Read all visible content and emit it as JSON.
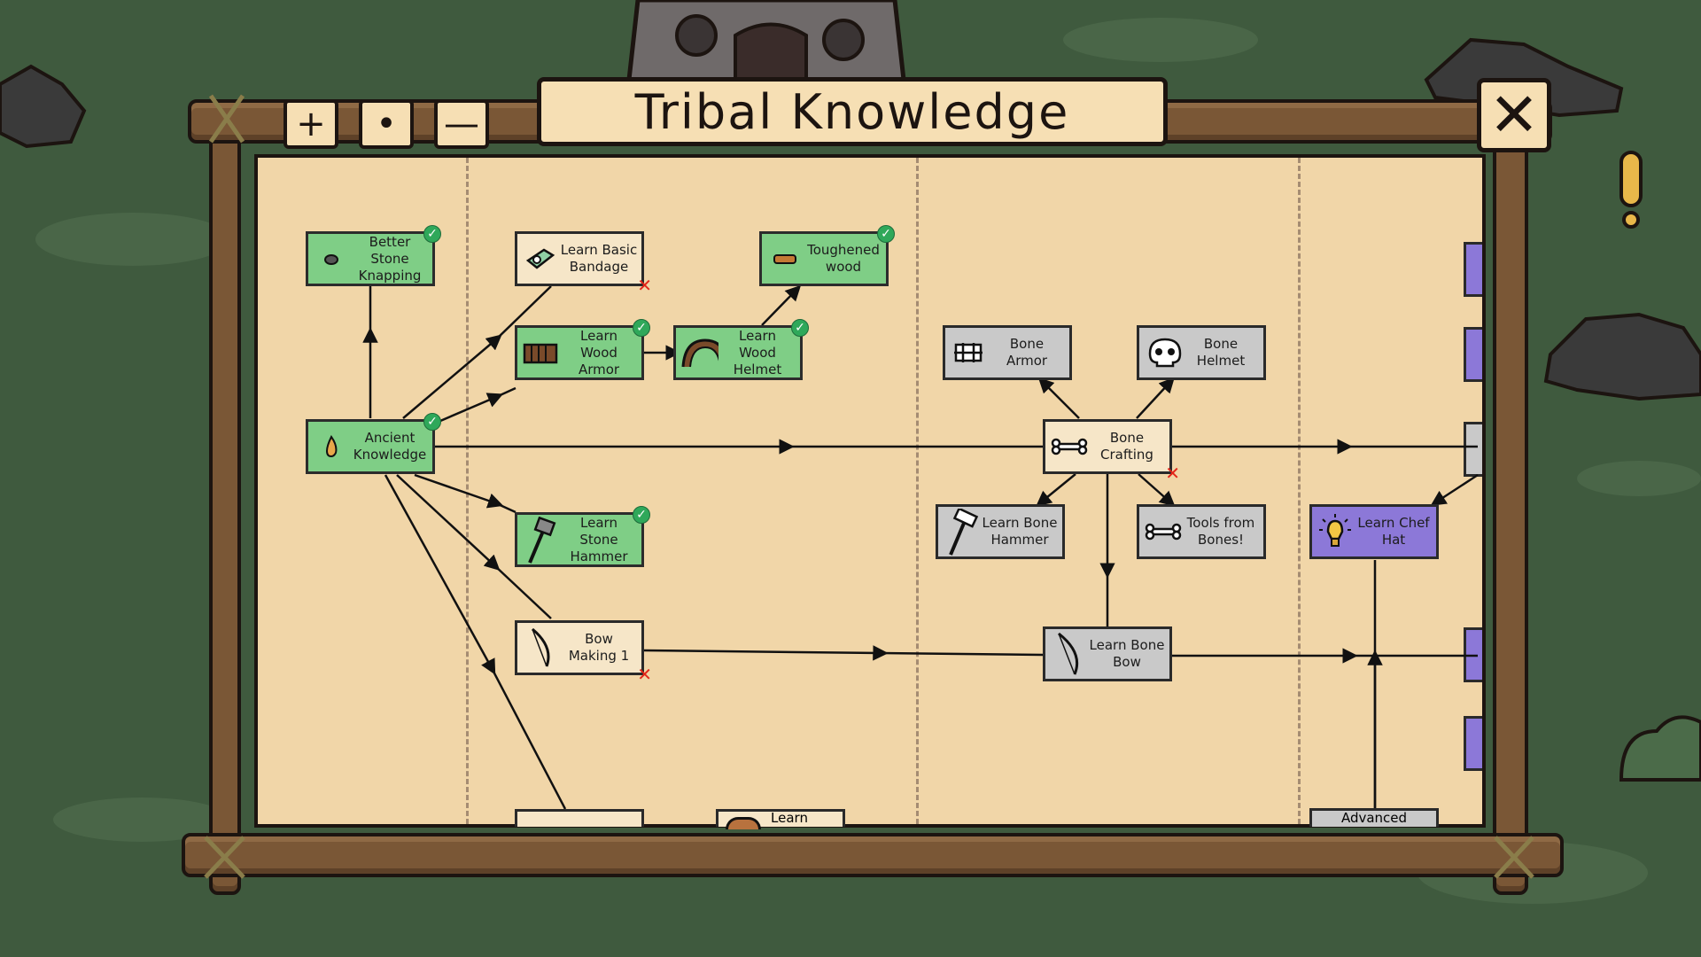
{
  "header": {
    "title": "Tribal Knowledge",
    "zoom_in": "+",
    "zoom_reset": "•",
    "zoom_out": "—",
    "close": "✕"
  },
  "alert": {
    "symbol": "!"
  },
  "colors": {
    "learned": "#7fce86",
    "available": "#f6e6c8",
    "locked": "#c9c9c9",
    "special": "#8c78d8",
    "check": "#2fa85a",
    "unavailable_mark": "#e3261a"
  },
  "nodes": {
    "better_stone_knapping": {
      "label": "Better Stone Knapping",
      "status": "learned",
      "icon": "stone-icon"
    },
    "learn_basic_bandage": {
      "label": "Learn Basic Bandage",
      "status": "available",
      "icon": "bandage-icon"
    },
    "toughened_wood": {
      "label": "Toughened wood",
      "status": "learned",
      "icon": "wood-log-icon"
    },
    "learn_wood_armor": {
      "label": "Learn Wood Armor",
      "status": "learned",
      "icon": "wood-armor-icon"
    },
    "learn_wood_helmet": {
      "label": "Learn Wood Helmet",
      "status": "learned",
      "icon": "wood-helmet-icon"
    },
    "ancient_knowledge": {
      "label": "Ancient Knowledge",
      "status": "learned",
      "icon": "flame-icon"
    },
    "learn_stone_hammer": {
      "label": "Learn Stone Hammer",
      "status": "learned",
      "icon": "stone-hammer-icon"
    },
    "bow_making_1": {
      "label": "Bow Making 1",
      "status": "available",
      "icon": "bow-icon"
    },
    "bone_armor": {
      "label": "Bone Armor",
      "status": "locked",
      "icon": "bone-armor-icon"
    },
    "bone_helmet": {
      "label": "Bone Helmet",
      "status": "locked",
      "icon": "skull-icon"
    },
    "bone_crafting": {
      "label": "Bone Crafting",
      "status": "available",
      "icon": "bone-icon"
    },
    "learn_bone_hammer": {
      "label": "Learn Bone Hammer",
      "status": "locked",
      "icon": "bone-hammer-icon"
    },
    "tools_from_bones": {
      "label": "Tools from Bones!",
      "status": "locked",
      "icon": "bone-icon"
    },
    "learn_bone_bow": {
      "label": "Learn Bone Bow",
      "status": "locked",
      "icon": "bow-icon"
    },
    "learn_chef_hat": {
      "label": "Learn Chef Hat",
      "status": "special",
      "icon": "lightbulb-icon"
    },
    "partial_learn": {
      "label": "Learn",
      "status": "available",
      "icon": "bowl-icon"
    },
    "partial_advanced": {
      "label": "Advanced",
      "status": "locked",
      "icon": "none"
    }
  }
}
